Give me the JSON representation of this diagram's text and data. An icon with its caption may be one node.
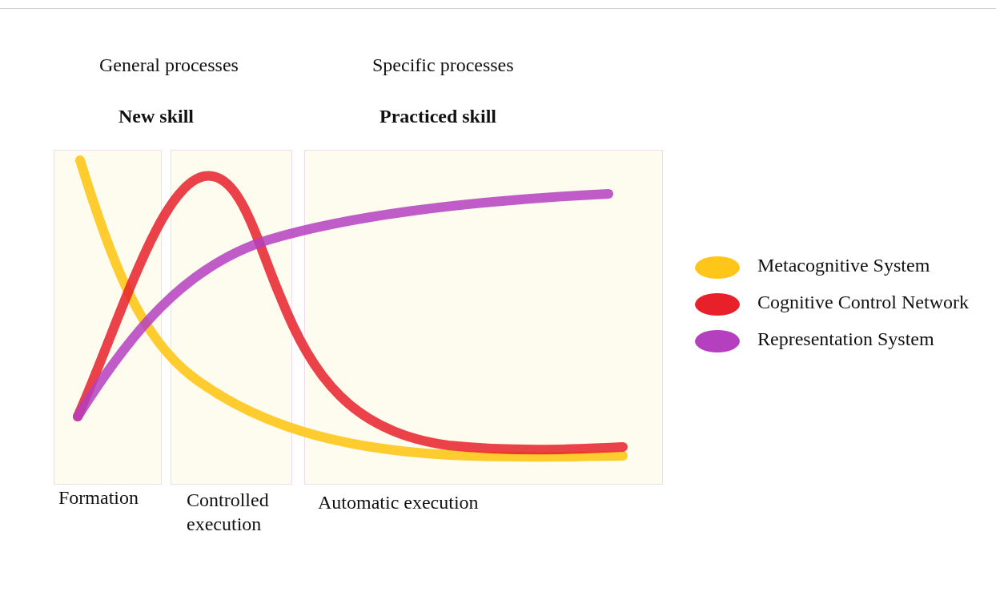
{
  "diagram": {
    "labels": [
      "General processes",
      "Specific processes",
      "New skill",
      "Practiced skill",
      "Formation",
      "Controlled execution",
      "Automatic execution"
    ],
    "legend": [
      {
        "text": "Metacognitive System",
        "color": "#ffc61a"
      },
      {
        "text": "Cognitive Control Network",
        "color": "#e8202a"
      },
      {
        "text": "Representation System",
        "color": "#b43fbf"
      }
    ]
  }
}
